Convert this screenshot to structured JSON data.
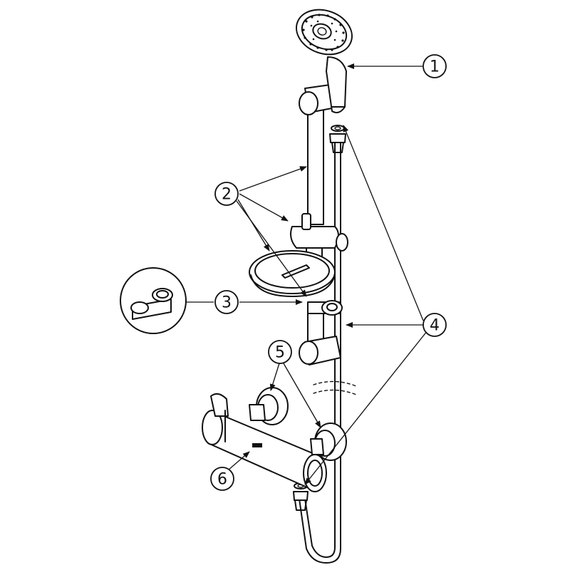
{
  "callouts": [
    {
      "label": "1",
      "part": "hand-shower"
    },
    {
      "label": "2",
      "part": "slide-rail"
    },
    {
      "label": "3",
      "part": "holder"
    },
    {
      "label": "4",
      "part": "hose-and-washers"
    },
    {
      "label": "5",
      "part": "wall-connectors"
    },
    {
      "label": "6",
      "part": "thermostatic-mixer"
    }
  ],
  "colors": {
    "line": "#111111",
    "background": "#ffffff"
  }
}
